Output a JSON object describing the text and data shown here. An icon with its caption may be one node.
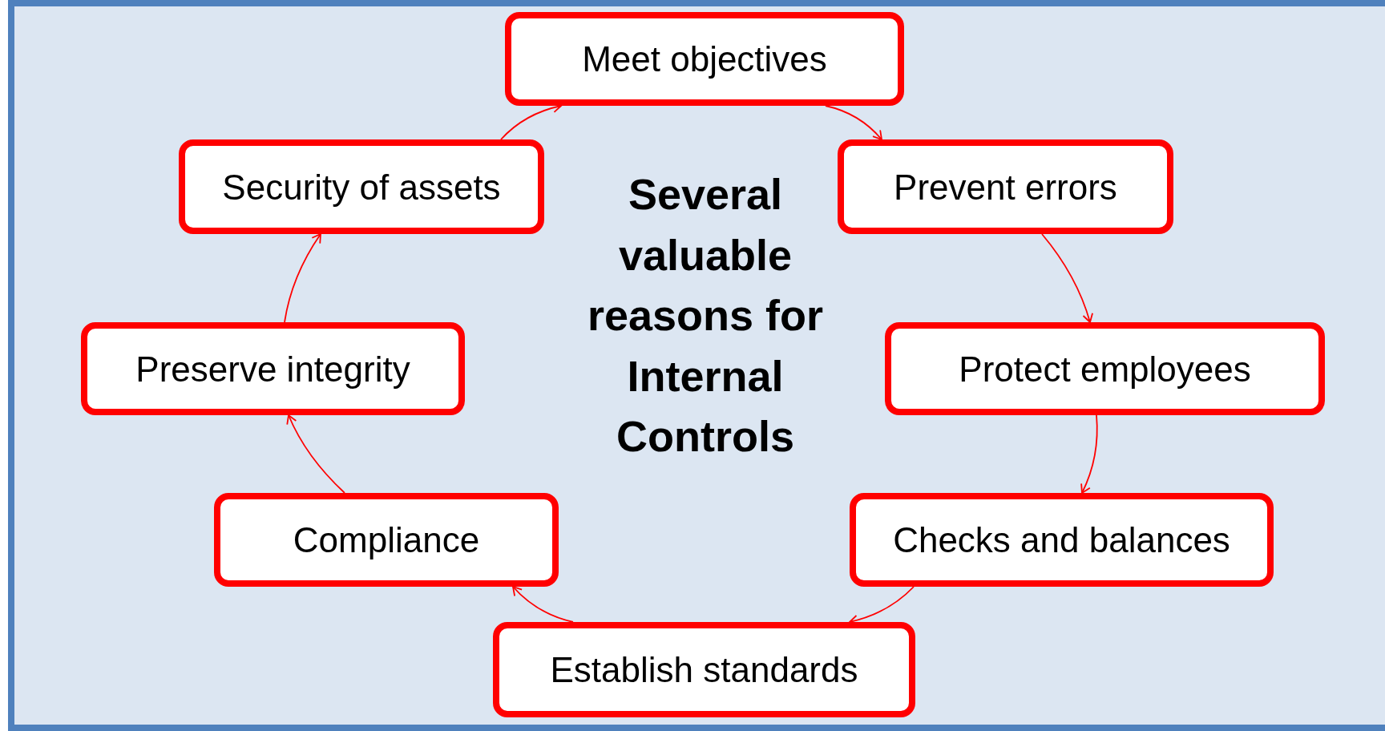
{
  "diagram": {
    "title": "Several valuable reasons for Internal Controls",
    "nodes": [
      {
        "text": [
          "Meet objectives"
        ]
      },
      {
        "text": [
          "Prevent errors"
        ]
      },
      {
        "text": [
          "Protect employees"
        ]
      },
      {
        "text": [
          "Checks and balances"
        ]
      },
      {
        "text": [
          "Establish standards"
        ]
      },
      {
        "text": [
          "Compliance"
        ]
      },
      {
        "text": [
          "Preserve integrity"
        ]
      },
      {
        "text": [
          "Security of assets"
        ]
      }
    ],
    "edges": [
      {
        "from": 0,
        "to": 1,
        "arrow": "to"
      },
      {
        "from": 1,
        "to": 2,
        "arrow": "to"
      },
      {
        "from": 2,
        "to": 3,
        "arrow": "to"
      },
      {
        "from": 3,
        "to": 4,
        "arrow": "to"
      },
      {
        "from": 4,
        "to": 5,
        "arrow": "to"
      },
      {
        "from": 5,
        "to": 6,
        "arrow": "to"
      },
      {
        "from": 6,
        "to": 7,
        "arrow": "to"
      },
      {
        "from": 7,
        "to": 0,
        "arrow": "to"
      }
    ]
  }
}
